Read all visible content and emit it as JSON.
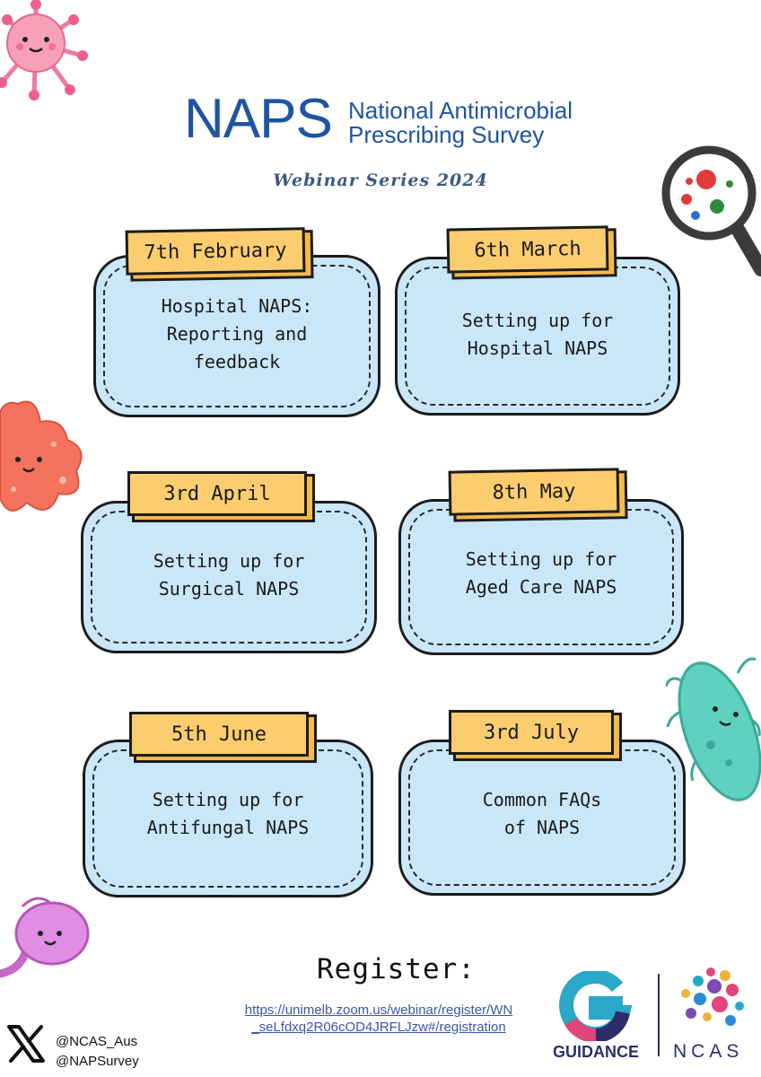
{
  "header": {
    "logo_abbrev": "NAPS",
    "logo_line1": "National Antimicrobial",
    "logo_line2": "Prescribing Survey",
    "series_title": "Webinar Series 2024"
  },
  "sessions": [
    {
      "date": "7th February",
      "lines": [
        "Hospital NAPS:",
        "Reporting and",
        "feedback"
      ]
    },
    {
      "date": "6th March",
      "lines": [
        "Setting up for",
        "Hospital NAPS"
      ]
    },
    {
      "date": "3rd April",
      "lines": [
        "Setting up for",
        "Surgical NAPS"
      ]
    },
    {
      "date": "8th May",
      "lines": [
        "Setting up for",
        "Aged Care NAPS"
      ]
    },
    {
      "date": "5th June",
      "lines": [
        "Setting up for",
        "Antifungal NAPS"
      ]
    },
    {
      "date": "3rd July",
      "lines": [
        "Common FAQs",
        "of NAPS"
      ]
    }
  ],
  "register": {
    "title": "Register:",
    "link_line1": "https://unimelb.zoom.us/webinar/register/WN",
    "link_line2": "_seLfdxq2R06cOD4JRFLJzw#/registration"
  },
  "social": {
    "handle1": "@NCAS_Aus",
    "handle2": "@NAPSurvey",
    "platform_icon": "x-logo-icon"
  },
  "partners": {
    "guidance": "GUIDANCE",
    "ncas": "NCAS"
  },
  "colors": {
    "brand_blue": "#1f54a3",
    "card_fill": "#c9e7f8",
    "tag_fill": "#fbcd6e",
    "outline": "#1c1c1c"
  }
}
